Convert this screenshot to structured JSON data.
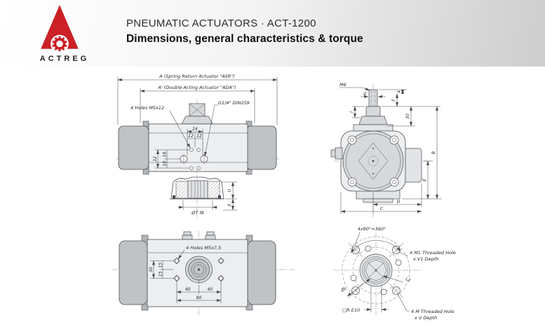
{
  "header": {
    "title": "PNEUMATIC ACTUATORS · ACT-1200",
    "subtitle": "Dimensions, general characteristics & torque",
    "logo": {
      "brand": "ACTREG",
      "color": "#cb2026"
    }
  },
  "colors": {
    "line": "#4a4d52",
    "body_fill": "#eceef0",
    "cap_fill": "#c0c3c5",
    "header_gradient_end": "#cdcdcd"
  },
  "drawings": {
    "side_view": {
      "dim_a": "A (Spring Return Actuator \"ASR\")",
      "dim_a_alt": "A' (Double Acting Actuator \"ADA\")",
      "holes": "4 Holes M5x12",
      "port": "G1/4\" DIN259",
      "dim24": "24",
      "dim12a": "12",
      "dim12b": "12",
      "dim32": "32",
      "dim16a": "16",
      "dim16b": "16",
      "shaft": "ØT f8",
      "dimU": "U",
      "dimX": "X"
    },
    "end_view": {
      "thread": "M6",
      "dimd": "d",
      "dim4": "4",
      "dimI": "I",
      "dimF": "F",
      "dim30": "30",
      "dimB": "B",
      "dimE": "E",
      "dimD": "D",
      "dimC": "C"
    },
    "bottom_view": {
      "holes": "4 Holes M5x7,5",
      "dim30": "30",
      "dim15a": "15",
      "dim15b": "15",
      "dim40a": "40",
      "dim40b": "40",
      "dim80": "80"
    },
    "flange_view": {
      "angle": "4x90°=360°",
      "m1_line1": "4 M1 Threaded Hole",
      "m1_line2": "x V1 Depth",
      "dimL1": "L1",
      "dimOL": "ØL",
      "square": "□R E10",
      "m_line1": "4 M Threaded Hole",
      "m_line2": "x V Depth"
    }
  }
}
